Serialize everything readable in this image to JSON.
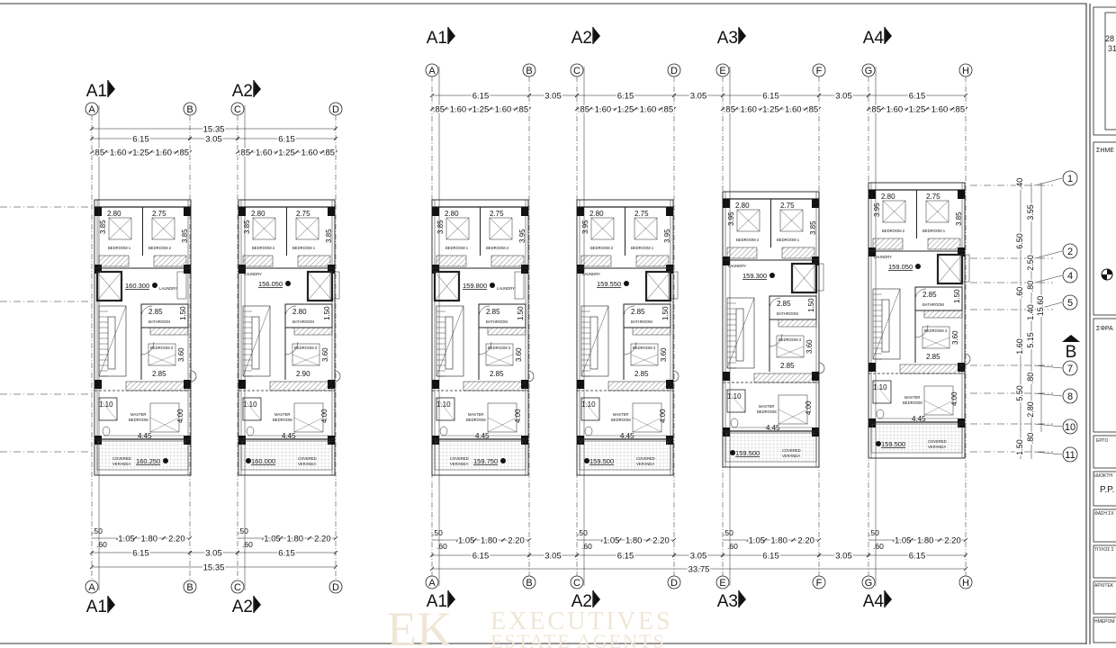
{
  "title_block": {
    "top_lines": [
      "28",
      "31"
    ],
    "notes_label": "ΣΗΜΕ",
    "stamp_label": "ΣΦΡΑ",
    "project_label": "ΕΡΓΟ",
    "owner_label": "ΙΔΙΟΚΤΗ",
    "owner_value": "P.P.",
    "phase_label": "ΦΑΣΗ ΣΧ",
    "title_label": "ΤΙΤΛΟΣ Σ",
    "architect_label": "ΑΡΧΙΤΕΚ",
    "date_label": "ΗΜΕΡΟΜ"
  },
  "watermark": {
    "logo": "EK",
    "line1": "EXECUTIVES",
    "line2": "ESTATE AGENTS"
  },
  "rooms": {
    "laundry": "LAUNDRY",
    "bathroom": "BATHROOM",
    "bedroom3": "BEDROOM 3",
    "master1": "MASTER",
    "master2": "BEDROOM",
    "veranda1": "COVERED",
    "veranda2": "VERANDA"
  },
  "units": [
    {
      "section": "A1",
      "grid": [
        "A",
        "B"
      ],
      "elev_upper": "160.300",
      "elev_veranda": "160.250",
      "bed_w": [
        "2.80",
        "2.75"
      ],
      "bed_d": [
        "3.85",
        "3.85"
      ],
      "bed_labels": [
        "BEDROOM 1",
        "BEDROOM 2"
      ],
      "bath_w": "2.85",
      "bath_d": "1.50",
      "bed3_w": "2.85",
      "bed3_d": "3.60",
      "ensuite": "1.10",
      "master_d": "4.00",
      "master_w": "4.45"
    },
    {
      "section": "A2",
      "grid": [
        "C",
        "D"
      ],
      "elev_upper": "156.050",
      "elev_veranda": "160.000",
      "bed_w": [
        "2.80",
        "2.75"
      ],
      "bed_d": [
        "3.85",
        "3.85"
      ],
      "bed_labels": [
        "BEDROOM 2",
        "BEDROOM 1"
      ],
      "bath_w": "2.80",
      "bath_d": "1.50",
      "bed3_w": "2.90",
      "bed3_d": "3.60",
      "ensuite": "1.10",
      "master_d": "4.00",
      "master_w": "4.45"
    },
    {
      "section": "A1",
      "grid": [
        "A",
        "B"
      ],
      "elev_upper": "159.800",
      "elev_veranda": "159.750",
      "bed_w": [
        "2.80",
        "2.75"
      ],
      "bed_d": [
        "3.85",
        "3.95"
      ],
      "bed_labels": [
        "BEDROOM 1",
        "BEDROOM 2"
      ],
      "bath_w": "2.85",
      "bath_d": "1.50",
      "bed3_w": "2.85",
      "bed3_d": "3.60",
      "ensuite": "1.10",
      "master_d": "4.00",
      "master_w": "4.45"
    },
    {
      "section": "A2",
      "grid": [
        "C",
        "D"
      ],
      "elev_upper": "159.550",
      "elev_veranda": "159.500",
      "bed_w": [
        "2.80",
        "2.75"
      ],
      "bed_d": [
        "3.95",
        "3.95"
      ],
      "bed_labels": [
        "BEDROOM 2",
        "BEDROOM 1"
      ],
      "bath_w": "2.85",
      "bath_d": "1.50",
      "bed3_w": "2.85",
      "bed3_d": "3.60",
      "ensuite": "1.10",
      "master_d": "4.00",
      "master_w": "4.45"
    },
    {
      "section": "A3",
      "grid": [
        "E",
        "F"
      ],
      "elev_upper": "159.300",
      "elev_veranda": "159.500",
      "bed_w": [
        "2.80",
        "2.75"
      ],
      "bed_d": [
        "3.95",
        "3.85"
      ],
      "bed_labels": [
        "BEDROOM 2",
        "BEDROOM 1"
      ],
      "bath_w": "2.85",
      "bath_d": "1.50",
      "bed3_w": "2.85",
      "bed3_d": "3.60",
      "ensuite": "1.10",
      "master_d": "4.00",
      "master_w": "4.45"
    },
    {
      "section": "A4",
      "grid": [
        "G",
        "H"
      ],
      "elev_upper": "159.050",
      "elev_veranda": "159.500",
      "bed_w": [
        "2.80",
        "2.75"
      ],
      "bed_d": [
        "3.95",
        "3.85"
      ],
      "bed_labels": [
        "BEDROOM 2",
        "BEDROOM 1"
      ],
      "bath_w": "2.85",
      "bath_d": "1.50",
      "bed3_w": "2.85",
      "bed3_d": "3.60",
      "ensuite": "1.10",
      "master_d": "4.00",
      "master_w": "4.45"
    }
  ],
  "dimensions": {
    "left_total": "15.35",
    "right_total": "33.75",
    "unit_width": "6.15",
    "gap": "3.05",
    "top_chain": [
      ".85",
      "1.60",
      "1.25",
      "1.60",
      ".85"
    ],
    "bottom_chain": [
      "1.05",
      "1.80",
      "2.20"
    ],
    "bottom_small": [
      ".50",
      ".60"
    ],
    "vertical_col1": [
      ".40",
      "6.50",
      ".60",
      "1.60",
      "5.50",
      "1.50"
    ],
    "vertical_col2": [
      "3.55",
      "2.50",
      ".80",
      "1.40",
      "5.15",
      ".80",
      "2.80",
      ".80"
    ],
    "vertical_total": "15.60"
  },
  "axes": [
    "1",
    "2",
    "4",
    "5",
    "7",
    "8",
    "10",
    "11"
  ],
  "section_mark": "B"
}
